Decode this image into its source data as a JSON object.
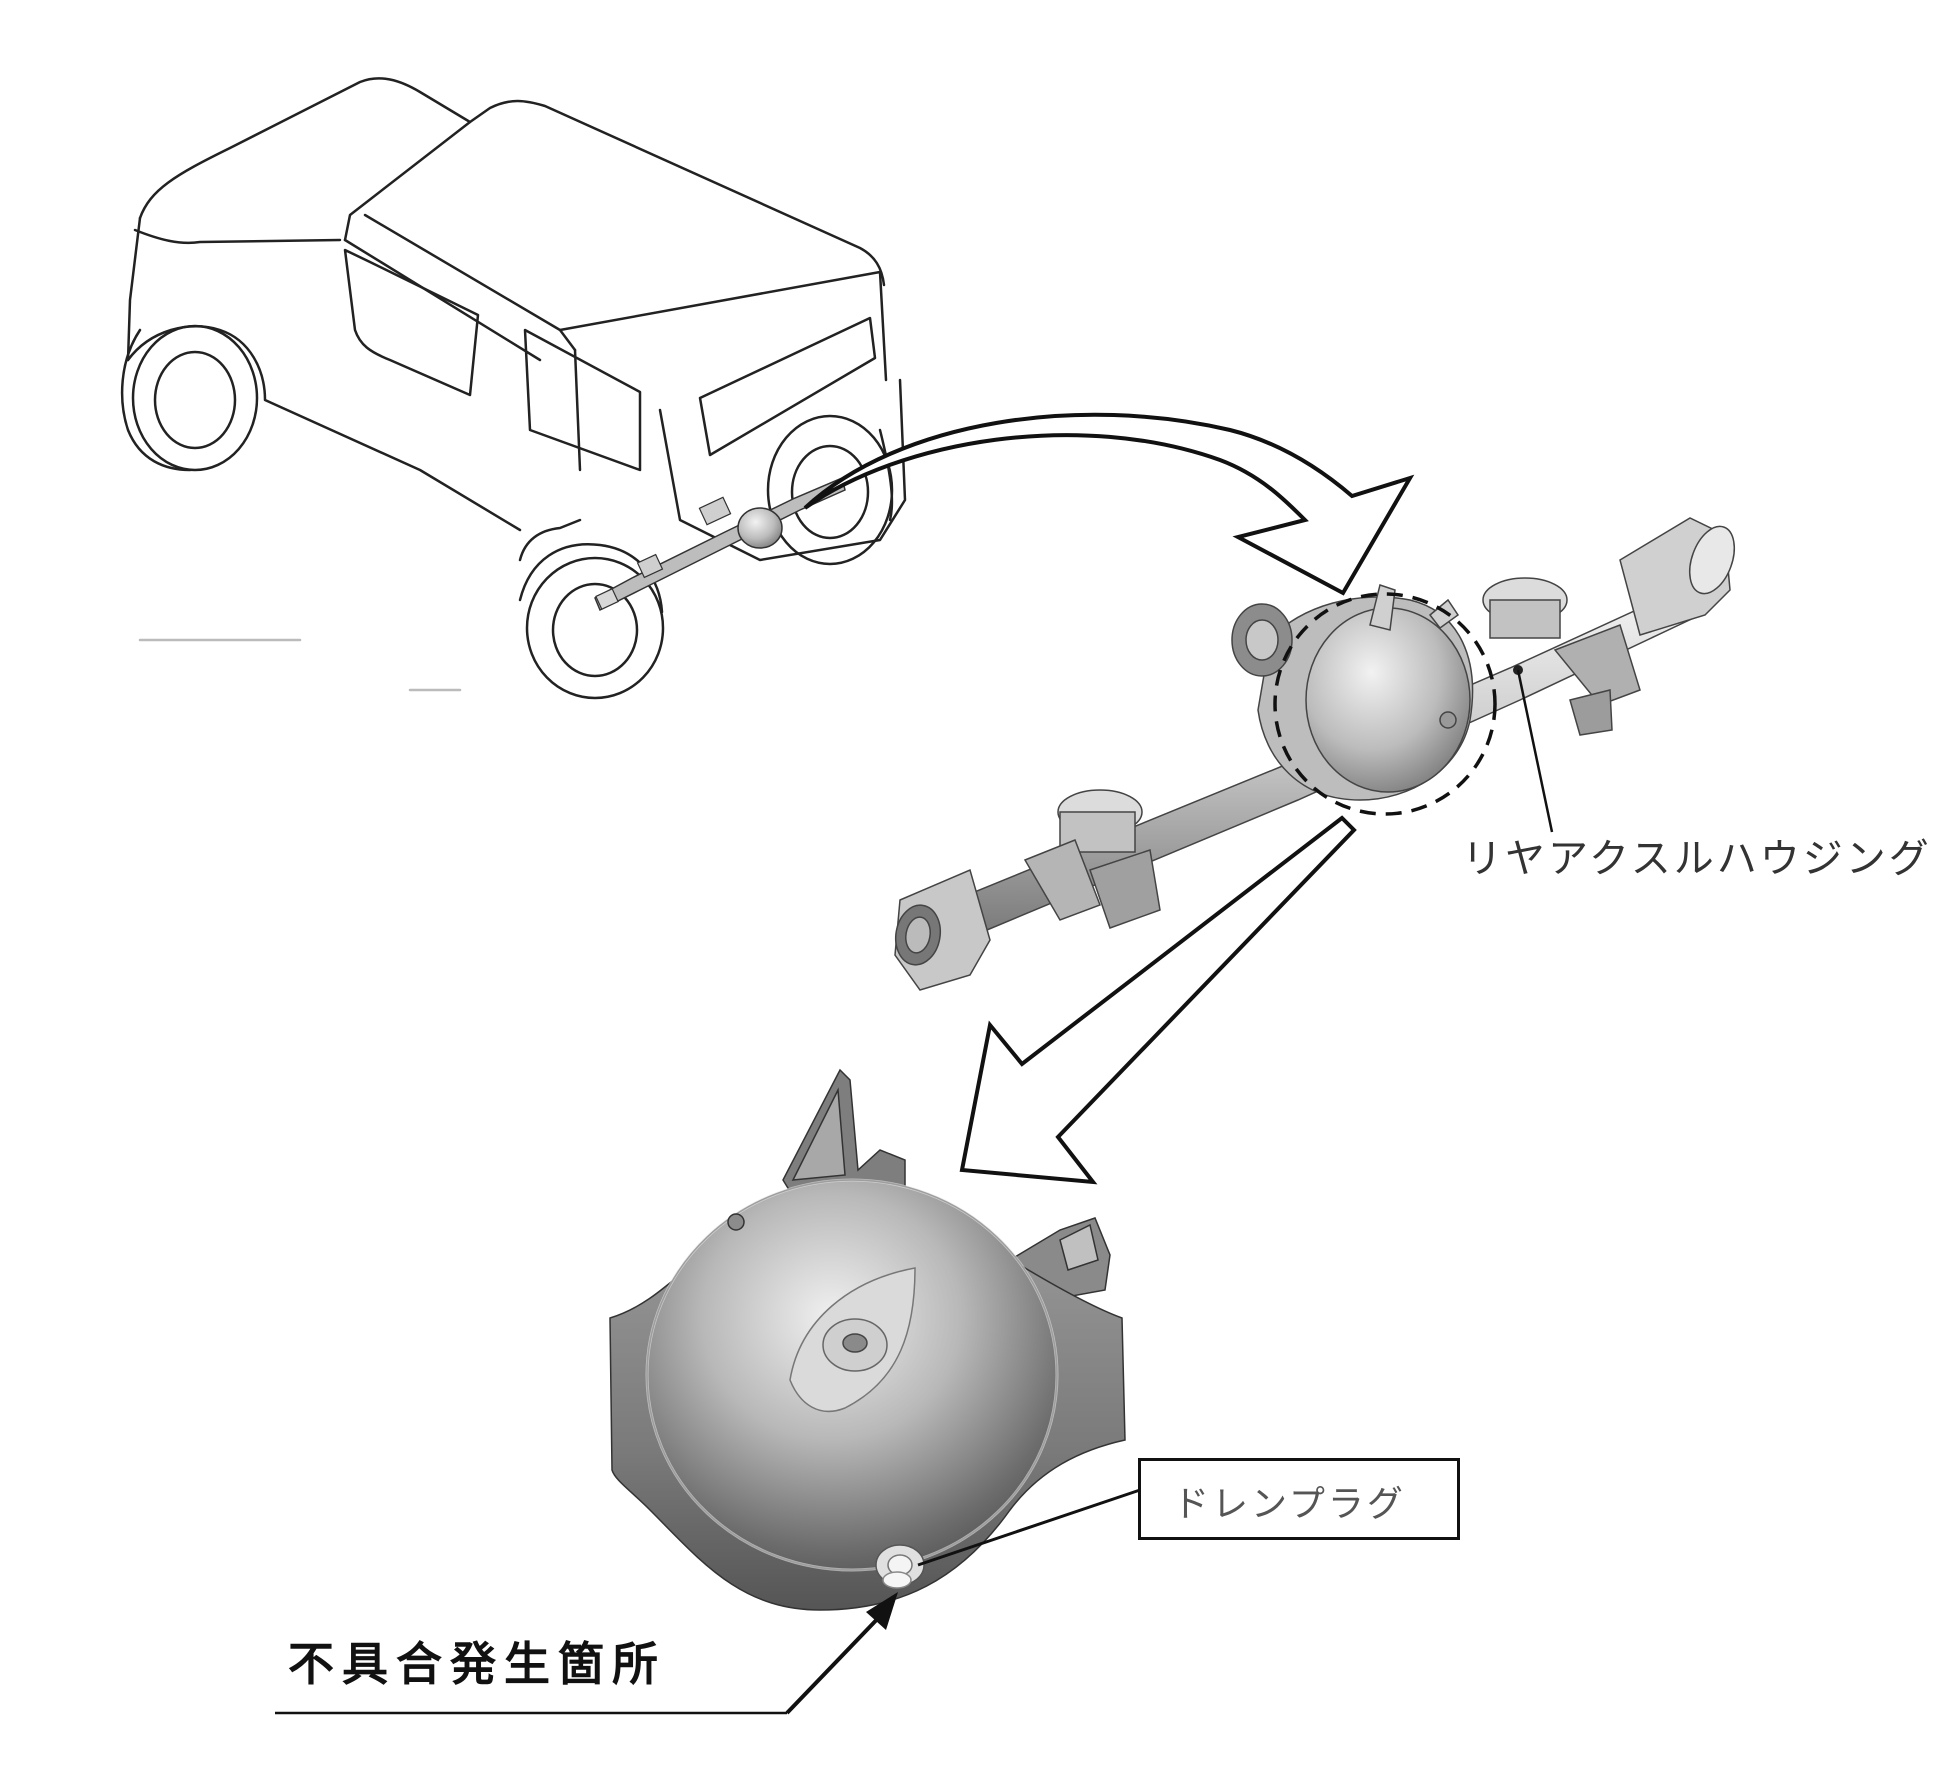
{
  "labels": {
    "rear_axle_housing": "リヤアクスルハウジング",
    "drain_plug": "ドレンプラグ",
    "defect_location": "不具合発生箇所"
  },
  "colors": {
    "line": "#111111",
    "metal_light": "#d9d9d9",
    "metal_mid": "#9a9a9a",
    "metal_dark": "#5a5a5a"
  }
}
